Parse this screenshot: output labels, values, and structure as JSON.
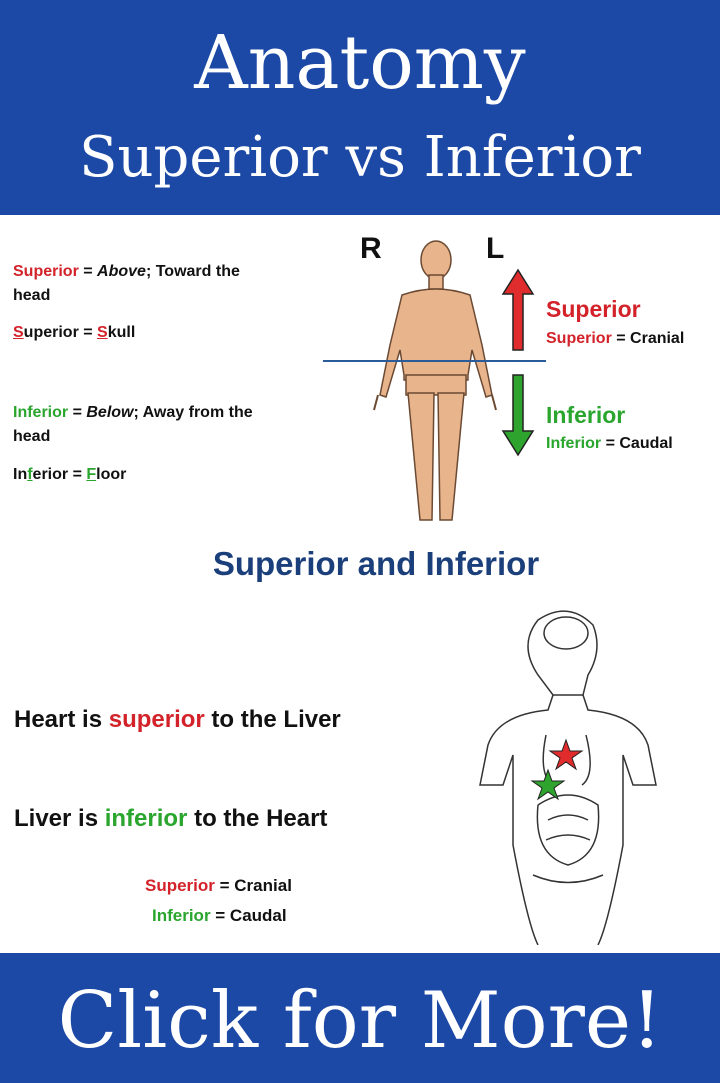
{
  "header": {
    "title": "Anatomy",
    "subtitle": "Superior vs Inferior"
  },
  "definitions": {
    "superior_word": "Superior",
    "superior_eq": " = ",
    "superior_above": "Above",
    "superior_rest": "; Toward the head",
    "superior_mnemonic_s1": "S",
    "superior_mnemonic_rest1": "uperior = ",
    "superior_mnemonic_s2": "S",
    "superior_mnemonic_rest2": "kull",
    "inferior_word": "Inferior",
    "inferior_eq": " = ",
    "inferior_below": "Below",
    "inferior_rest": "; Away from the head",
    "inferior_mnemonic_a": "In",
    "inferior_mnemonic_f1": "f",
    "inferior_mnemonic_b": "erior = ",
    "inferior_mnemonic_f2": "F",
    "inferior_mnemonic_c": "loor"
  },
  "figure": {
    "right_label": "R",
    "left_label": "L"
  },
  "arrows": {
    "superior_title": "Superior",
    "superior_term": "Superior",
    "superior_eq": " = Cranial",
    "inferior_title": "Inferior",
    "inferior_term": "Inferior",
    "inferior_eq": " = Caudal"
  },
  "section": {
    "heading": "Superior and Inferior",
    "s1_a": "Heart is ",
    "s1_b": "superior",
    "s1_c": " to the Liver",
    "s2_a": "Liver is ",
    "s2_b": "inferior",
    "s2_c": " to the Heart",
    "eq1_term": "Superior",
    "eq1_rest": " = Cranial",
    "eq2_term": "Inferior",
    "eq2_rest": " = Caudal"
  },
  "footer": {
    "cta": "Click for More!"
  },
  "colors": {
    "banner": "#1c48a6",
    "superior": "#d3222a",
    "inferior": "#2aa52e",
    "heading": "#1b3f7a"
  }
}
